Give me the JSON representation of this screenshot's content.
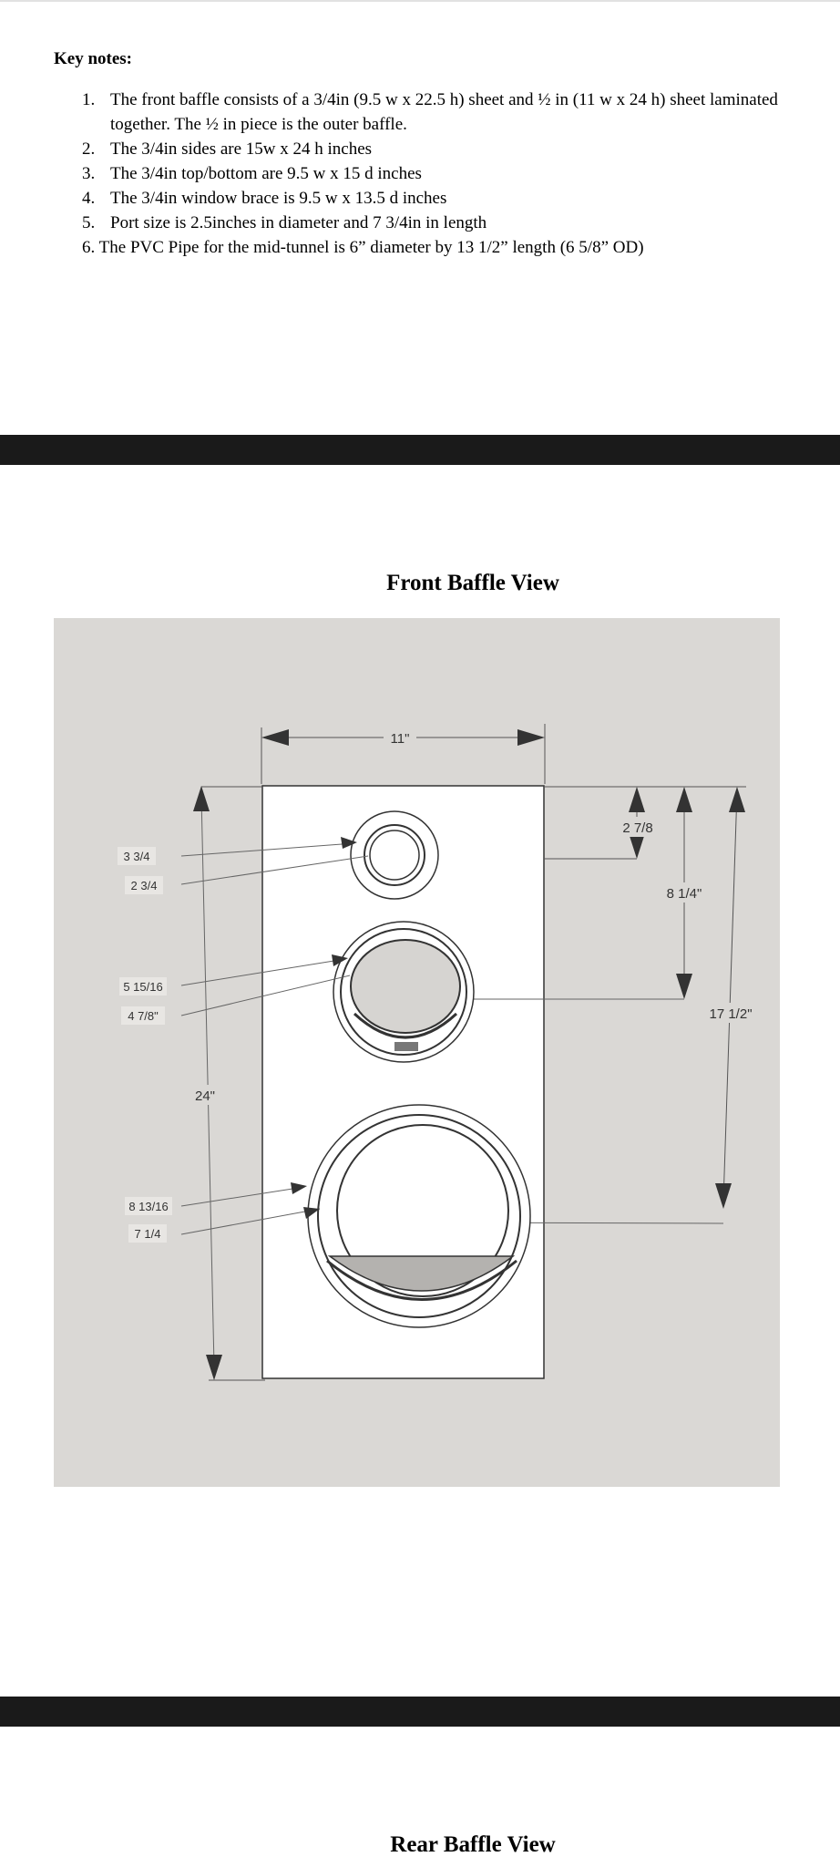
{
  "notes": {
    "heading": "Key notes:",
    "items": [
      {
        "num": "1.",
        "text": "The front baffle consists of a 3/4in (9.5 w x 22.5 h) sheet and ½ in (11 w x 24 h) sheet laminated together. The ½ in piece is the outer baffle."
      },
      {
        "num": "2.",
        "text": "The 3/4in sides are 15w x 24 h inches"
      },
      {
        "num": "3.",
        "text": "The 3/4in top/bottom are 9.5 w x 15 d inches"
      },
      {
        "num": "4.",
        "text": "The 3/4in window brace is 9.5 w x 13.5 d inches"
      },
      {
        "num": "5.",
        "text": "Port size is 2.5inches in diameter and 7 3/4in in length"
      },
      {
        "num": "6.",
        "text": "The PVC Pipe for the mid-tunnel is 6” diameter by 13 1/2” length (6 5/8” OD)"
      }
    ]
  },
  "front_view": {
    "title": "Front Baffle View",
    "labels": {
      "width": "11\"",
      "height": "24\"",
      "top_offset": "2 7/8",
      "mid_offset": "8 1/4\"",
      "bottom_offset": "17 1/2\"",
      "port_outer": "3 3/4",
      "port_inner": "2 3/4",
      "mid_outer": "5 15/16",
      "mid_inner": "4 7/8\"",
      "woofer_outer": "8 13/16",
      "woofer_inner": "7 1/4"
    }
  },
  "rear_view": {
    "title": "Rear Baffle View"
  }
}
